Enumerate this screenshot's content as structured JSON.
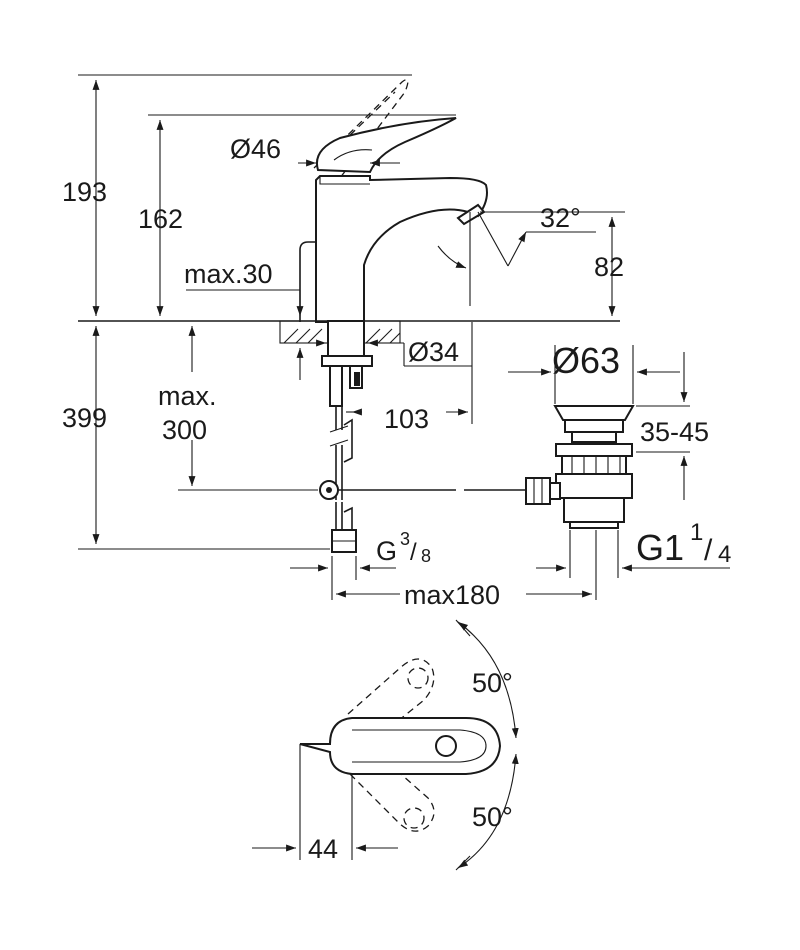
{
  "dimensions": {
    "total_height": "193",
    "spout_height": "162",
    "body_diameter": "Ø46",
    "spout_angle": "32°",
    "spout_outlet_height": "82",
    "max_deck": "max.30",
    "hole_diameter": "Ø34",
    "below_deck": "399",
    "max_300_line1": "max.",
    "max_300_line2": "300",
    "reach": "103",
    "waste_diameter": "Ø63",
    "waste_range": "35-45",
    "connection_prefix": "G",
    "connection_num": "3",
    "connection_den": "8",
    "waste_thread_prefix": "G1",
    "waste_thread_num": "1",
    "waste_thread_den": "4",
    "max_distance": "max180",
    "lever_angle_top": "50°",
    "lever_angle_bottom": "50°",
    "plan_offset": "44"
  }
}
